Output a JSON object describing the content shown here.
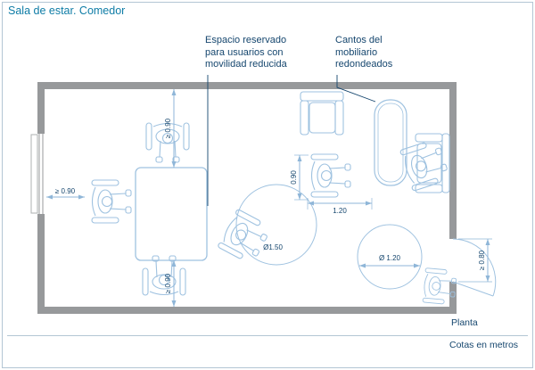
{
  "header": {
    "title": "Sala de estar. Comedor"
  },
  "annotations": {
    "reserved_space": {
      "lines": [
        "Espacio reservado",
        "para usuarios con",
        "movilidad reducida"
      ]
    },
    "rounded_furniture": {
      "lines": [
        "Cantos del",
        "mobiliario",
        "redondeados"
      ]
    }
  },
  "plan": {
    "dimensions": {
      "left_passage": "≥ 0.90",
      "top_passage": "≥ 0.90",
      "bottom_passage": "≥ 0.90",
      "wheelchair_space_depth": "0.90",
      "wheelchair_space_width": "1.20",
      "turning_circle_large": "Ø1.50",
      "turning_circle_small": "Ø 1.20",
      "door_clear_width": "≥ 0.80"
    }
  },
  "footer": {
    "view_label": "Planta",
    "units_label": "Cotas en metros"
  },
  "colors": {
    "title_text": "#0e7ca6",
    "annotation_text": "#15466e",
    "drawing_line": "#9fc2e0",
    "dimension_line": "#8fb6d8",
    "wall_fill": "#97999b",
    "frame_border": "#b3c6d4"
  }
}
